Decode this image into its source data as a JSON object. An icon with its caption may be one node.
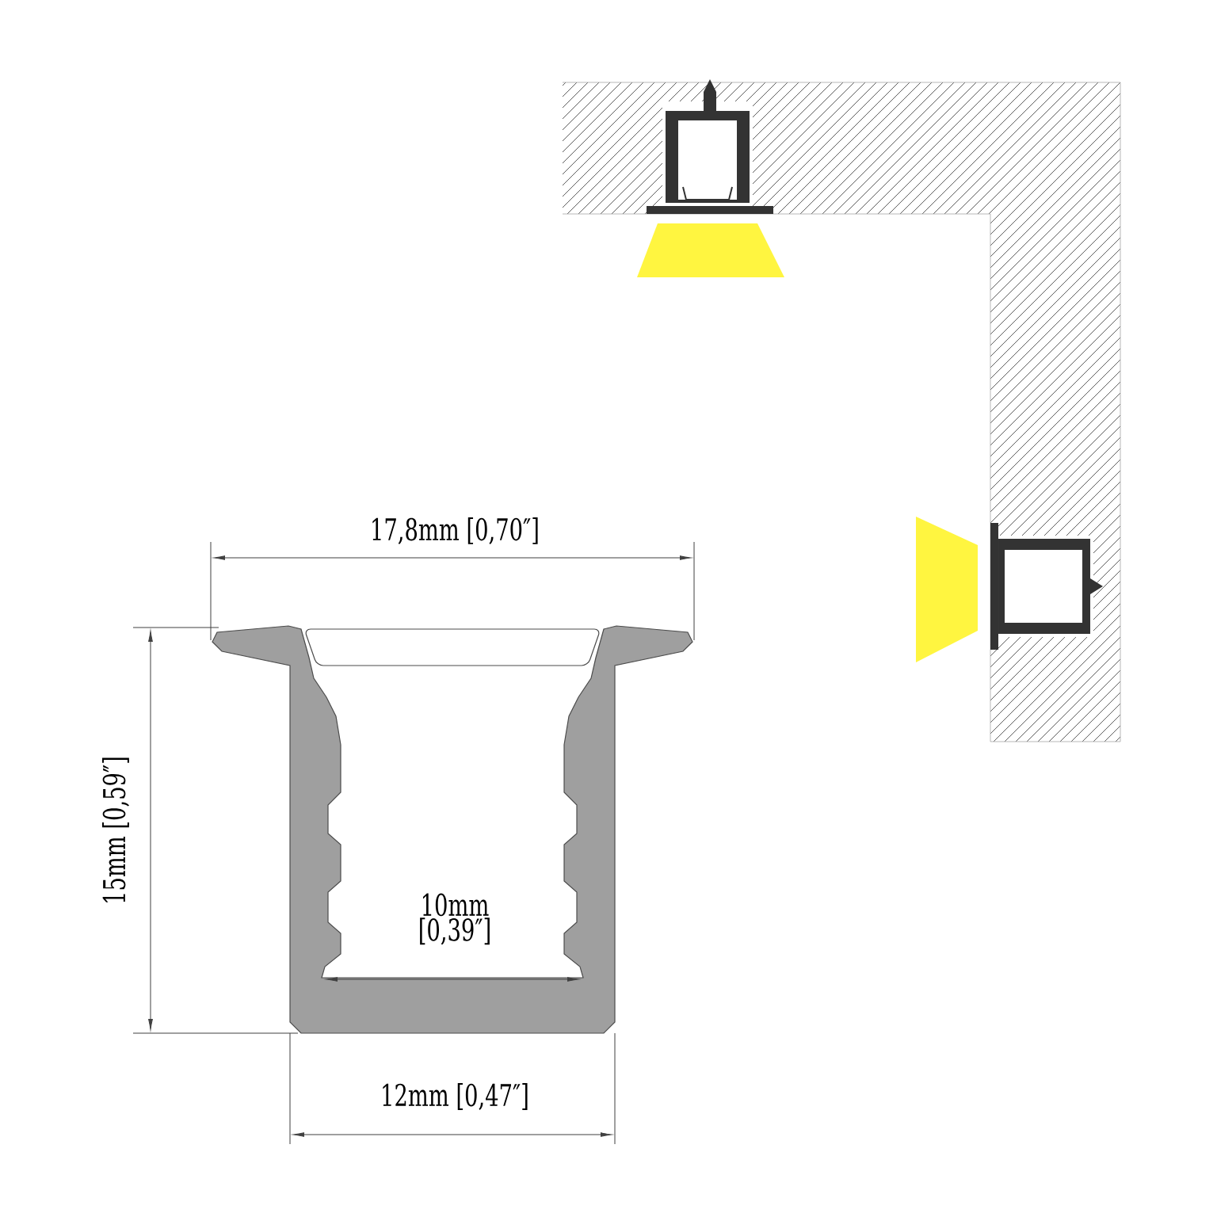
{
  "diagram": {
    "labels": [
      "17,8mm [0,70″]",
      "15mm [0,59″]",
      "10mm [0,39″]",
      "12mm [0,47″]"
    ]
  }
}
